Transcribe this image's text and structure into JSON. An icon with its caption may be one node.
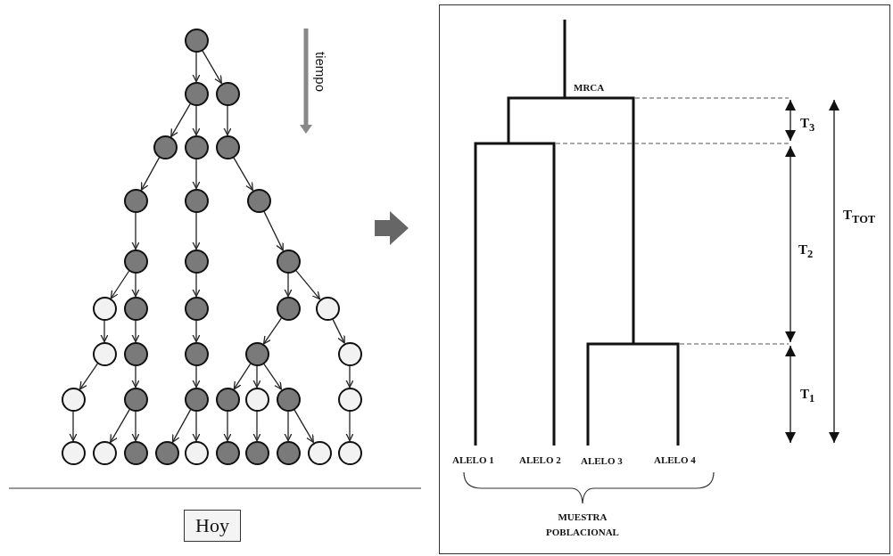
{
  "diagram": {
    "nodes": [
      {
        "text": [],
        "shape": "circle"
      },
      {
        "text": [],
        "shape": "circle"
      },
      {
        "text": [],
        "shape": "circle"
      },
      {
        "text": [],
        "shape": "circle"
      },
      {
        "text": [],
        "shape": "circle"
      },
      {
        "text": [],
        "shape": "circle"
      },
      {
        "text": [],
        "shape": "circle"
      },
      {
        "text": [],
        "shape": "circle"
      },
      {
        "text": [],
        "shape": "circle"
      },
      {
        "text": [],
        "shape": "circle"
      },
      {
        "text": [],
        "shape": "circle"
      },
      {
        "text": [],
        "shape": "circle"
      },
      {
        "text": [],
        "shape": "circle"
      },
      {
        "text": [],
        "shape": "circle"
      },
      {
        "text": [],
        "shape": "circle"
      },
      {
        "text": [],
        "shape": "circle"
      },
      {
        "text": [],
        "shape": "circle"
      },
      {
        "text": [],
        "shape": "circle"
      },
      {
        "text": [],
        "shape": "circle"
      },
      {
        "text": [],
        "shape": "circle"
      },
      {
        "text": [],
        "shape": "circle"
      },
      {
        "text": [],
        "shape": "circle"
      },
      {
        "text": [],
        "shape": "circle"
      },
      {
        "text": [],
        "shape": "circle"
      },
      {
        "text": [],
        "shape": "circle"
      },
      {
        "text": [],
        "shape": "circle"
      },
      {
        "text": [],
        "shape": "circle"
      },
      {
        "text": [],
        "shape": "circle"
      },
      {
        "text": [],
        "shape": "circle"
      },
      {
        "text": [],
        "shape": "circle"
      },
      {
        "text": [],
        "shape": "circle"
      },
      {
        "text": [],
        "shape": "circle"
      },
      {
        "text": [],
        "shape": "circle"
      },
      {
        "text": [],
        "shape": "circle"
      },
      {
        "text": [],
        "shape": "circle"
      },
      {
        "text": [],
        "shape": "circle"
      },
      {
        "text": [],
        "shape": "circle"
      },
      {
        "text": [],
        "shape": "circle"
      },
      {
        "text": [],
        "shape": "circle"
      },
      {
        "text": [
          "Hoy"
        ]
      }
    ],
    "edges": [
      {
        "from": 0,
        "to": 1,
        "arrow": "to"
      },
      {
        "from": 0,
        "to": 2,
        "arrow": "to"
      },
      {
        "from": 1,
        "to": 3,
        "arrow": "to"
      },
      {
        "from": 1,
        "to": 4,
        "arrow": "to"
      },
      {
        "from": 2,
        "to": 5,
        "arrow": "to"
      },
      {
        "from": 3,
        "to": 6,
        "arrow": "to"
      },
      {
        "from": 4,
        "to": 7,
        "arrow": "to"
      },
      {
        "from": 5,
        "to": 8,
        "arrow": "to"
      },
      {
        "from": 6,
        "to": 9,
        "arrow": "to"
      },
      {
        "from": 7,
        "to": 10,
        "arrow": "to"
      },
      {
        "from": 8,
        "to": 11,
        "arrow": "to"
      },
      {
        "from": 9,
        "to": 12,
        "arrow": "to"
      },
      {
        "from": 9,
        "to": 13,
        "arrow": "to"
      },
      {
        "from": 10,
        "to": 14,
        "arrow": "to"
      },
      {
        "from": 11,
        "to": 15,
        "arrow": "to"
      },
      {
        "from": 11,
        "to": 16,
        "arrow": "to"
      },
      {
        "from": 12,
        "to": 17,
        "arrow": "to"
      },
      {
        "from": 13,
        "to": 18,
        "arrow": "to"
      },
      {
        "from": 14,
        "to": 19,
        "arrow": "to"
      },
      {
        "from": 15,
        "to": 20,
        "arrow": "to"
      },
      {
        "from": 16,
        "to": 21,
        "arrow": "to"
      },
      {
        "from": 17,
        "to": 22,
        "arrow": "to"
      },
      {
        "from": 18,
        "to": 23,
        "arrow": "to"
      },
      {
        "from": 19,
        "to": 24,
        "arrow": "to"
      },
      {
        "from": 20,
        "to": 25,
        "arrow": "to"
      },
      {
        "from": 20,
        "to": 26,
        "arrow": "to"
      },
      {
        "from": 20,
        "to": 27,
        "arrow": "to"
      },
      {
        "from": 21,
        "to": 28,
        "arrow": "to"
      },
      {
        "from": 22,
        "to": 29,
        "arrow": "to"
      },
      {
        "from": 23,
        "to": 30,
        "arrow": "to"
      },
      {
        "from": 23,
        "to": 31,
        "arrow": "to"
      },
      {
        "from": 24,
        "to": 32,
        "arrow": "to"
      },
      {
        "from": 24,
        "to": 33,
        "arrow": "to"
      },
      {
        "from": 25,
        "to": 34,
        "arrow": "to"
      },
      {
        "from": 26,
        "to": 35,
        "arrow": "to"
      },
      {
        "from": 27,
        "to": 36,
        "arrow": "to"
      },
      {
        "from": 27,
        "to": 37,
        "arrow": "to"
      },
      {
        "from": 28,
        "to": 38,
        "arrow": "to"
      }
    ],
    "labels": [
      "tiempo",
      "MRCA",
      "T$_{3}$",
      "T$_{2}$",
      "T$_{TOT}$",
      "T$_{1}$",
      "ALELO 1",
      "ALELO 2",
      "ALELO 3",
      "ALELO 4",
      "MUESTRA POBLACIONAL"
    ]
  }
}
